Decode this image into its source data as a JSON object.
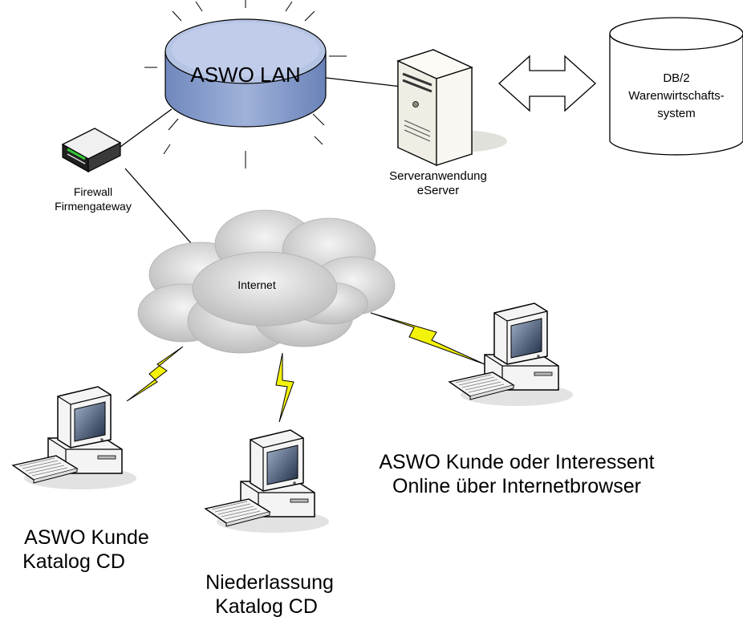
{
  "lan": {
    "label": "ASWO LAN"
  },
  "server": {
    "line1": "Serveranwendung",
    "line2": "eServer"
  },
  "database": {
    "line1": "DB/2",
    "line2": "Warenwirtschafts-",
    "line3": "system"
  },
  "firewall": {
    "line1": "Firewall",
    "line2": "Firmengateway"
  },
  "cloud": {
    "label": "Internet"
  },
  "clients": [
    {
      "line1": "ASWO Kunde",
      "line2": "Katalog CD"
    },
    {
      "line1": "Niederlassung",
      "line2": "Katalog CD"
    },
    {
      "line1": "ASWO Kunde oder Interessent",
      "line2": "Online über Internetbrowser"
    }
  ],
  "colors": {
    "lan_fill": "#8ea3cf",
    "lan_top": "#c9d5ee",
    "lightning": "#f3f20a",
    "cloud": "#d6d6d6",
    "pc_body": "#f2f2f2",
    "screen": "#2a3b55"
  }
}
